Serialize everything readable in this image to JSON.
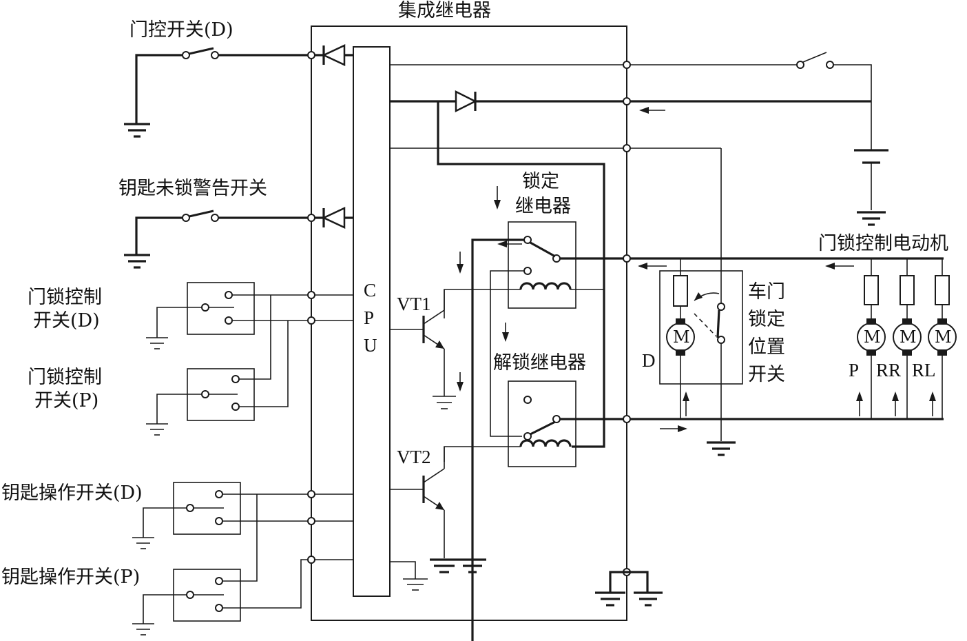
{
  "title": "集成继电器",
  "labels": {
    "door_control_switch": "门控开关(D)",
    "key_warning_switch": "钥匙未锁警告开关",
    "lock_switch_d_l1": "门锁控制",
    "lock_switch_d_l2": "开关(D)",
    "lock_switch_p_l1": "门锁控制",
    "lock_switch_p_l2": "开关(P)",
    "key_op_switch_d": "钥匙操作开关(D)",
    "key_op_switch_p": "钥匙操作开关(P)",
    "cpu_c": "C",
    "cpu_p": "P",
    "cpu_u": "U",
    "vt1": "VT1",
    "vt2": "VT2",
    "lock_relay_l1": "锁定",
    "lock_relay_l2": "继电器",
    "unlock_relay": "解锁继电器",
    "door_lock_motor": "门锁控制电动机",
    "door_pos_l1": "车门",
    "door_pos_l2": "锁定",
    "door_pos_l3": "位置",
    "door_pos_l4": "开关",
    "motor_d": "D",
    "motor_p": "P",
    "motor_rr": "RR",
    "motor_rl": "RL",
    "motor_symbol": "M"
  },
  "colors": {
    "line": "#1a1a1a",
    "background": "#ffffff"
  }
}
